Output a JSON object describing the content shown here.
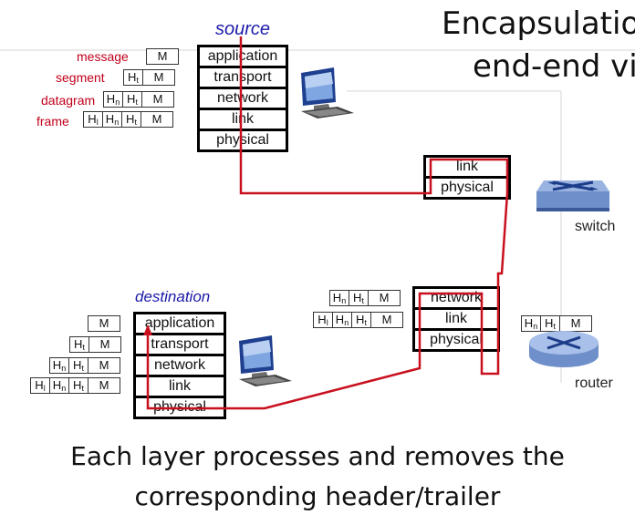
{
  "title_line1": "Encapsulatio",
  "title_line2": "end-end vi",
  "source_label": "source",
  "destination_label": "destination",
  "switch_label": "switch",
  "router_label": "router",
  "pdu_labels": {
    "message": "message",
    "segment": "segment",
    "datagram": "datagram",
    "frame": "frame"
  },
  "source_stack": [
    "application",
    "transport",
    "network",
    "link",
    "physical"
  ],
  "destination_stack": [
    "application",
    "transport",
    "network",
    "link",
    "physical"
  ],
  "switch_stack": [
    "link",
    "physical"
  ],
  "router_stack": [
    "network",
    "link",
    "physical"
  ],
  "packet_parts": {
    "message": "M",
    "transport_header": "H",
    "transport_sub": "t",
    "network_header": "H",
    "network_sub": "n",
    "link_header": "H",
    "link_sub": "l"
  },
  "caption_line1": "Each layer processes and removes the",
  "caption_line2": "corresponding header/trailer",
  "colors": {
    "path": "#c8101e",
    "stack_border": "#000000",
    "source_label": "#1c1aa8",
    "pdu_label": "#c0001a"
  },
  "icons": [
    "computer-icon",
    "switch-icon",
    "router-icon"
  ]
}
